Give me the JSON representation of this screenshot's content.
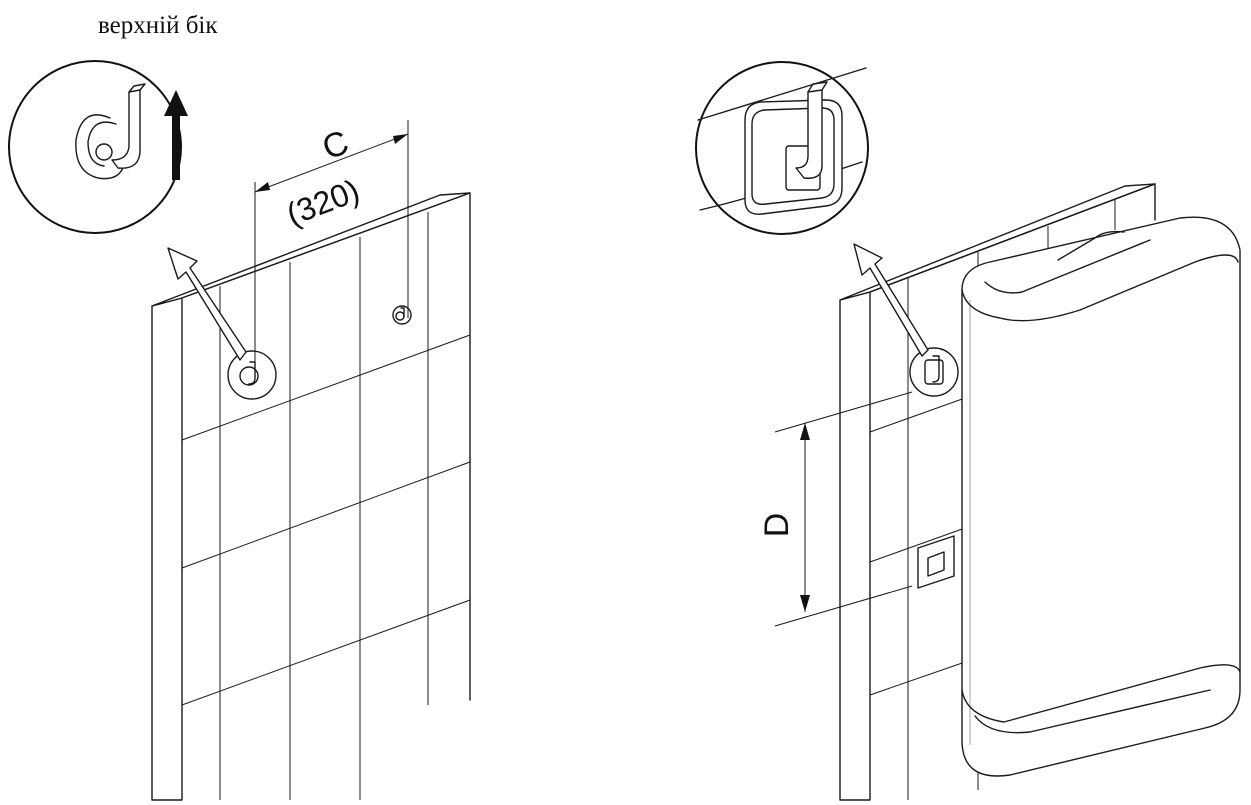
{
  "caption": "верхній бік",
  "dimension_c": {
    "letter": "C",
    "value": "(320)"
  },
  "dimension_d": {
    "letter": "D"
  }
}
